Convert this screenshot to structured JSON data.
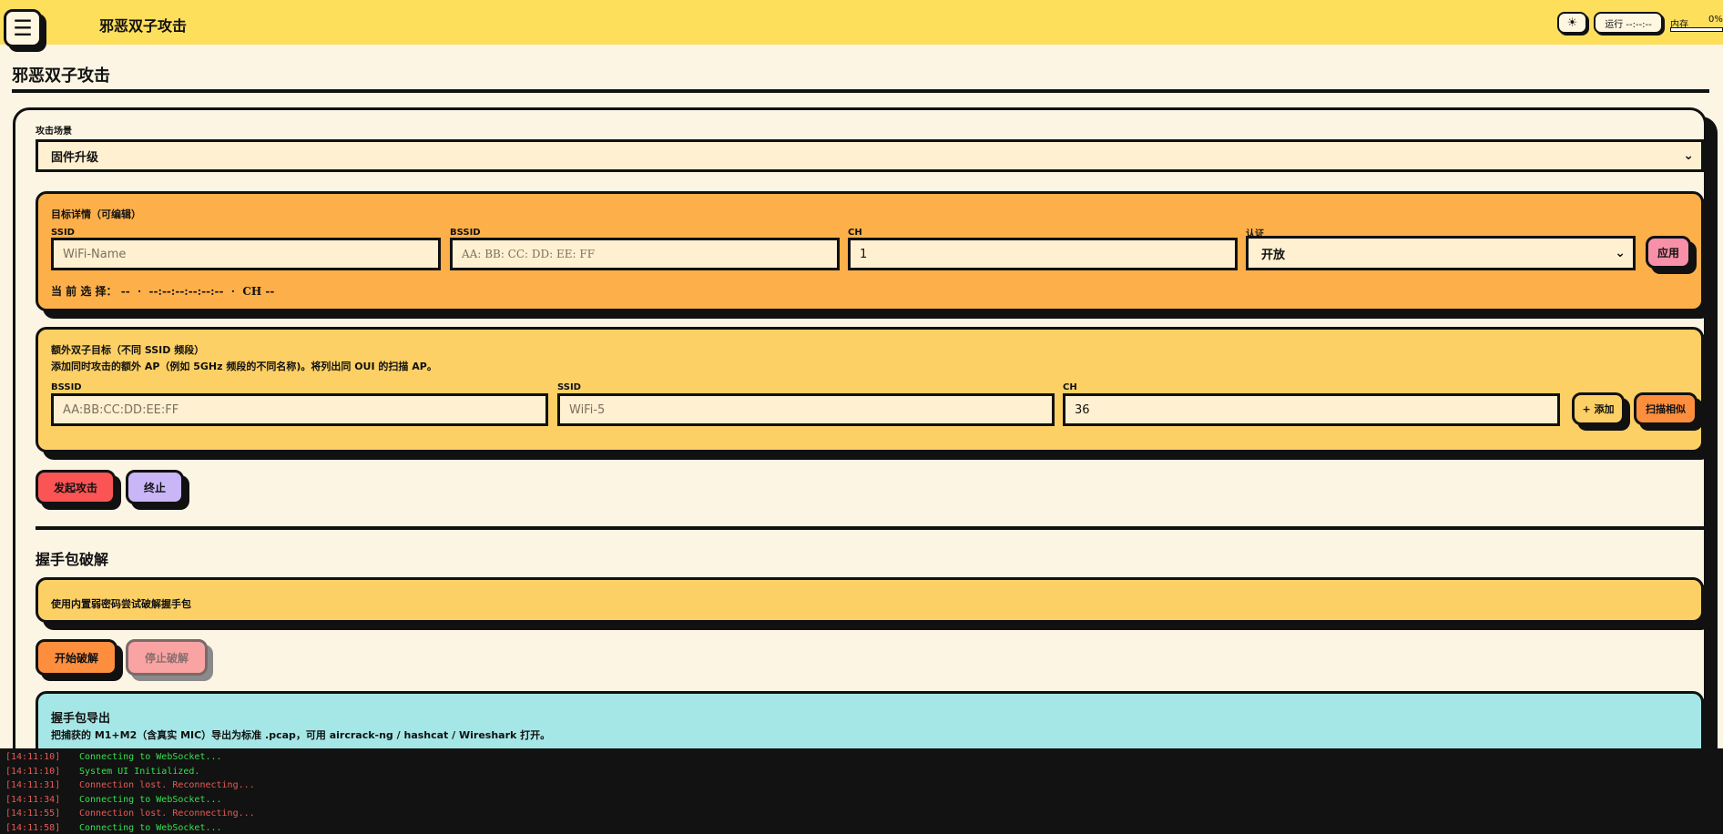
{
  "header": {
    "menu_icon": "☰",
    "app_title": "邪恶双子攻击",
    "theme_icon": "☀",
    "uptime": "运行 --:--:--",
    "memory_label": "内存",
    "memory_percent": "0%",
    "memory_fraction": 0
  },
  "page": {
    "title": "邪恶双子攻击"
  },
  "scenario": {
    "label": "攻击场景",
    "selected": "固件升级",
    "chevron": "⌄"
  },
  "target": {
    "title": "目标详情（可编辑）",
    "ssid_label": "SSID",
    "ssid_placeholder": "WiFi-Name",
    "bssid_label": "BSSID",
    "bssid_placeholder": "AA: BB: CC: DD: EE: FF",
    "ch_label": "CH",
    "ch_value": "1",
    "auth_label": "认证",
    "auth_selected": "开放",
    "apply_label": "应用",
    "current_selection": "当 前 选 择： --  ·  --:--:--:--:--:--  ·  CH --",
    "color": "#fdb04a"
  },
  "extra": {
    "title": "额外双子目标（不同 SSID 频段）",
    "description": "添加同时攻击的额外 AP（例如 5GHz 频段的不同名称)。将列出同 OUI 的扫描 AP。",
    "bssid_label": "BSSID",
    "bssid_placeholder": "AA:BB:CC:DD:EE:FF",
    "ssid_label": "SSID",
    "ssid_placeholder": "WiFi-5",
    "ch_label": "CH",
    "ch_value": "36",
    "add_label": "+ 添加",
    "scan_label": "扫描相似",
    "color": "#fdd065"
  },
  "actions": {
    "launch_label": "发起攻击",
    "stop_label": "终止"
  },
  "crack": {
    "heading": "握手包破解",
    "description": "使用内置弱密码尝试破解握手包",
    "start_label": "开始破解",
    "stop_label": "停止破解"
  },
  "export": {
    "title": "握手包导出",
    "description": "把捕获的 M1+M2（含真实 MIC）导出为标准 .pcap，可用 aircrack-ng / hashcat / Wireshark 打开。",
    "color": "#a5e7e6"
  },
  "console": {
    "logs": [
      {
        "time": "[14:11:10]",
        "message": "Connecting to WebSocket...",
        "color": "#35e04d"
      },
      {
        "time": "[14:11:10]",
        "message": "System UI Initialized.",
        "color": "#35e04d"
      },
      {
        "time": "[14:11:31]",
        "message": "Connection lost. Reconnecting...",
        "color": "#e85b56"
      },
      {
        "time": "[14:11:34]",
        "message": "Connecting to WebSocket...",
        "color": "#35e04d"
      },
      {
        "time": "[14:11:55]",
        "message": "Connection lost. Reconnecting...",
        "color": "#e85b56"
      },
      {
        "time": "[14:11:58]",
        "message": "Connecting to WebSocket...",
        "color": "#35e04d"
      }
    ]
  }
}
